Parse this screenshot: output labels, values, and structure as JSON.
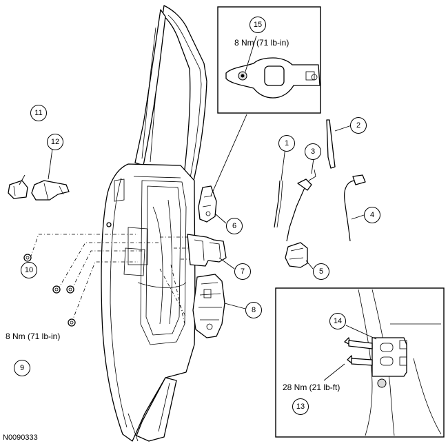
{
  "figure_id": "N0090333",
  "callouts": {
    "c1": "1",
    "c2": "2",
    "c3": "3",
    "c4": "4",
    "c5": "5",
    "c6": "6",
    "c7": "7",
    "c8": "8",
    "c9": "9",
    "c10": "10",
    "c11": "11",
    "c12": "12",
    "c13": "13",
    "c14": "14",
    "c15": "15"
  },
  "torque_specs": {
    "inset_top": "8 Nm (71 lb-in)",
    "left": "8 Nm (71 lb-in)",
    "inset_bottom": "28 Nm (21 lb-ft)"
  }
}
